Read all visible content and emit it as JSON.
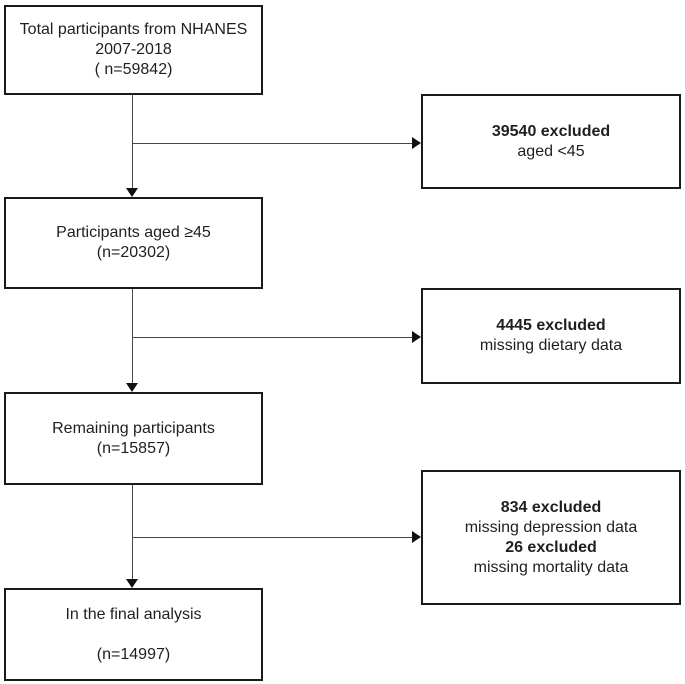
{
  "colors": {
    "background": "#ffffff",
    "box_border": "#1a1a1a",
    "text": "#1f1f1f",
    "connector_line": "#474747",
    "arrowhead": "#111111"
  },
  "boxes": {
    "total": {
      "line1": "Total participants from NHANES",
      "line2": "2007-2018",
      "line3": "( n=59842)"
    },
    "aged45": {
      "line1": "Participants aged ≥45",
      "line2": "(n=20302)"
    },
    "remaining": {
      "line1": "Remaining participants",
      "line2": "(n=15857)"
    },
    "final": {
      "line1": "In the final analysis",
      "line2": "(n=14997)"
    },
    "excluded_age": {
      "count": "39540 excluded",
      "reason": "aged <45"
    },
    "excluded_dietary": {
      "count": "4445 excluded",
      "reason": "missing dietary data"
    },
    "excluded_depression_mortality": {
      "count1": "834 excluded",
      "reason1": "missing depression data",
      "count2": "26 excluded",
      "reason2": "missing mortality data"
    }
  }
}
